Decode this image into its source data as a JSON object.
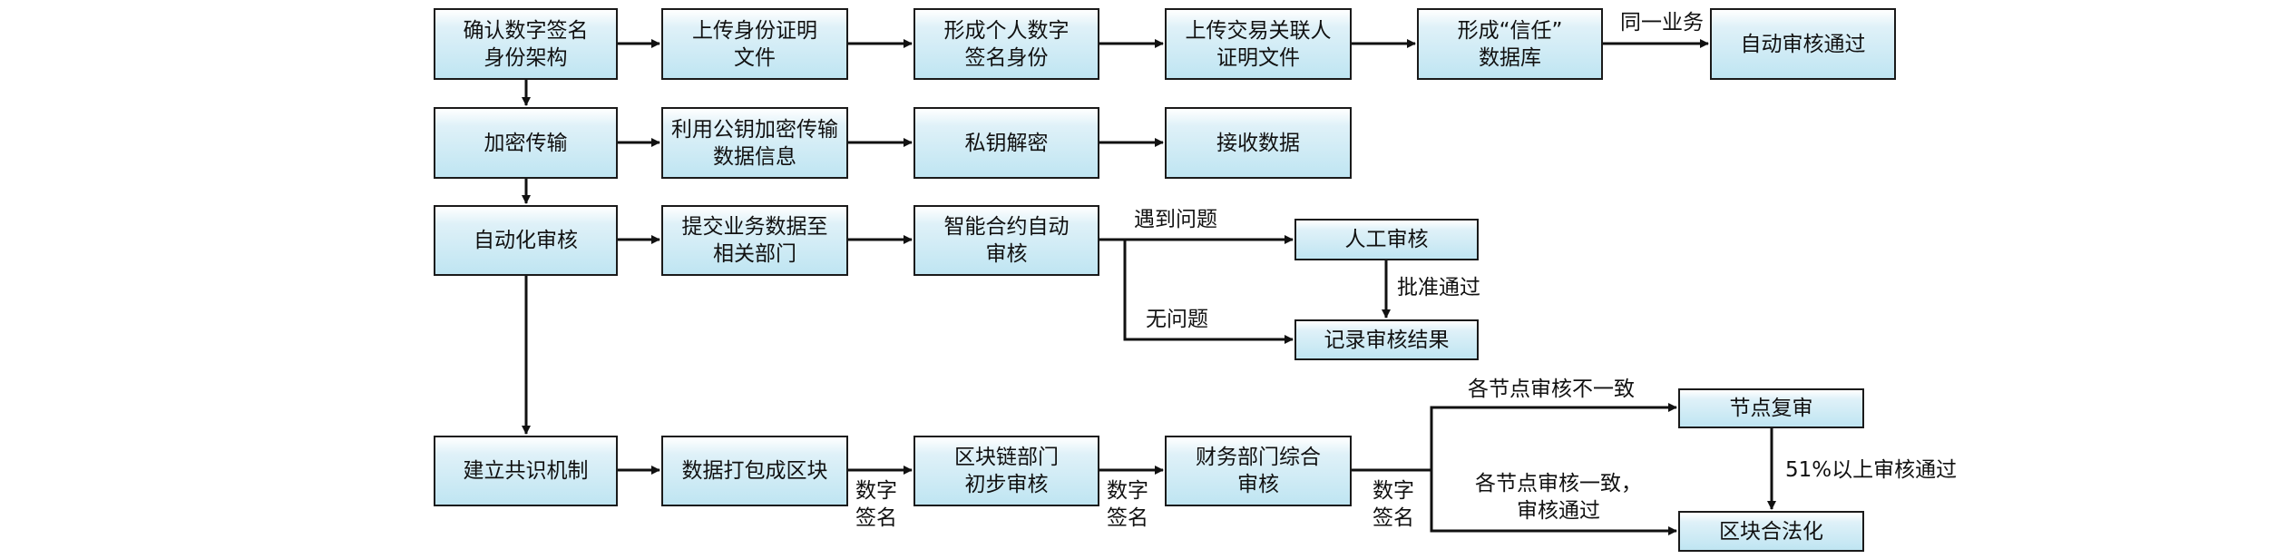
{
  "colors": {
    "box_fill": "#bfe5f2",
    "box_border": "#1a1a1a",
    "line": "#111111"
  },
  "boxes": {
    "confirm_identity": "确认数字签名\n身份架构",
    "upload_id_docs": "上传身份证明\n文件",
    "form_personal_sig": "形成个人数字\n签名身份",
    "upload_trade_docs": "上传交易关联人\n证明文件",
    "form_trust_db": "形成“信任”\n数据库",
    "auto_pass": "自动审核通过",
    "encrypt_transfer": "加密传输",
    "pubkey_encrypt": "利用公钥加密传输\n数据信息",
    "privkey_decrypt": "私钥解密",
    "receive_data": "接收数据",
    "automated_review": "自动化审核",
    "submit_business": "提交业务数据至\n相关部门",
    "smart_contract": "智能合约自动\n审核",
    "manual_review": "人工审核",
    "record_result": "记录审核结果",
    "consensus": "建立共识机制",
    "pack_block": "数据打包成区块",
    "chain_dept_review": "区块链部门\n初步审核",
    "finance_review": "财务部门综合\n审核",
    "node_recheck": "节点复审",
    "block_legal": "区块合法化"
  },
  "labels": {
    "same_business": "同一业务",
    "problem_found": "遇到问题",
    "no_problem": "无问题",
    "approved": "批准通过",
    "digital_sig_1": "数字\n签名",
    "digital_sig_2": "数字\n签名",
    "digital_sig_3": "数字\n签名",
    "nodes_inconsistent": "各节点审核不一致",
    "nodes_consistent": "各节点审核一致，\n审核通过",
    "over_51": "51%以上审核通过"
  }
}
